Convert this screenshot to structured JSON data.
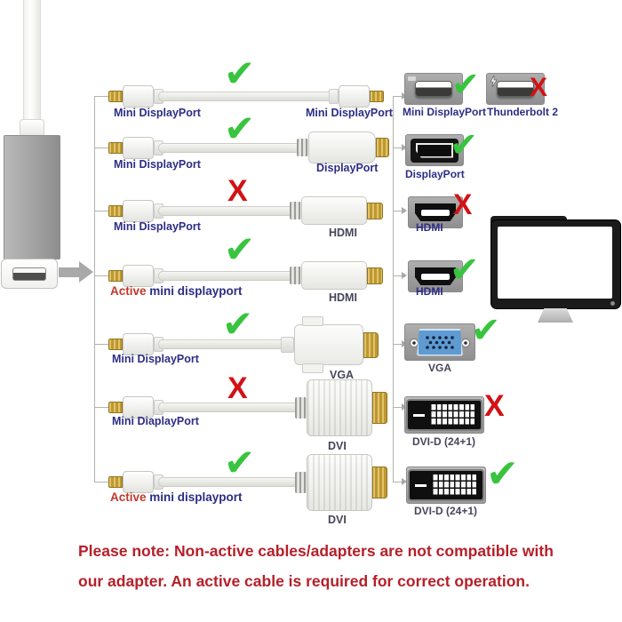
{
  "cable_rows": [
    {
      "left_prefix": "",
      "left_label": "Mini DisplayPort",
      "right_label": "Mini DisplayPort",
      "mark": "✔",
      "mark_class": "mark check"
    },
    {
      "left_prefix": "",
      "left_label": "Mini DisplayPort",
      "right_label": "DisplayPort",
      "mark": "✔",
      "mark_class": "mark check"
    },
    {
      "left_prefix": "",
      "left_label": "Mini DisplayPort",
      "right_label": "HDMI",
      "mark": "X",
      "mark_class": "mark x"
    },
    {
      "left_prefix": "Active",
      "left_label": " mini displayport",
      "right_label": "HDMI",
      "mark": "✔",
      "mark_class": "mark check"
    },
    {
      "left_prefix": "",
      "left_label": "Mini DisplayPort",
      "right_label": "VGA",
      "mark": "✔",
      "mark_class": "mark check"
    },
    {
      "left_prefix": "",
      "left_label": "Mini DiaplayPort",
      "right_label": "DVI",
      "mark": "X",
      "mark_class": "mark x"
    },
    {
      "left_prefix": "Active",
      "left_label": " mini displayport",
      "right_label": "DVI",
      "mark": "✔",
      "mark_class": "mark check"
    }
  ],
  "ports": [
    {
      "label": "Mini DisplayPort",
      "mark": "✔",
      "mark_class": "mark check"
    },
    {
      "label": "Thunderbolt 2",
      "mark": "X",
      "mark_class": "mark x"
    },
    {
      "label": "DisplayPort",
      "mark": "✔",
      "mark_class": "mark check"
    },
    {
      "label": "HDMI",
      "mark": "X",
      "mark_class": "mark x"
    },
    {
      "label": "HDMI",
      "mark": "✔",
      "mark_class": "mark check"
    },
    {
      "label": "VGA",
      "mark": "✔",
      "mark_class": "mark check"
    },
    {
      "label": "DVI-D (24+1)",
      "mark": "X",
      "mark_class": "mark x"
    },
    {
      "label": "DVI-D (24+1)",
      "mark": "✔",
      "mark_class": "mark check"
    }
  ],
  "note": {
    "line1": "Please note: Non-active cables/adapters are not compatible with",
    "line2": "our adapter. An active cable is required for correct operation."
  },
  "icons": {
    "check-icon": "✔",
    "x-icon": "X",
    "thunderbolt-icon": "lightning-bolt"
  },
  "colors": {
    "check_green": "#38c43e",
    "cross_red": "#d21216",
    "label_navy": "#2d2d86",
    "label_dark": "#46465a",
    "active_red": "#c0392b",
    "note_red": "#b5202a"
  }
}
